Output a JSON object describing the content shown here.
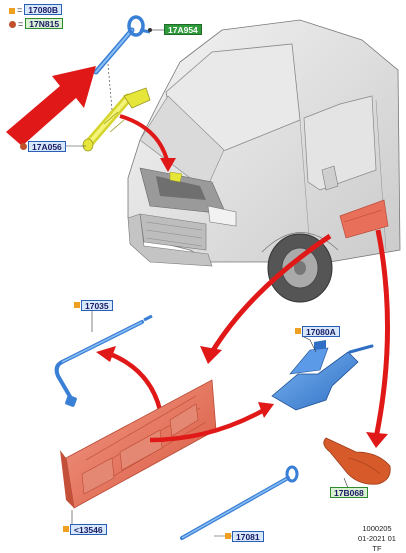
{
  "legend": {
    "square_symbol": "=",
    "square_ref": "17080B",
    "circle_symbol": "=",
    "circle_ref": "17N815",
    "square_color": "#f0a020",
    "circle_color": "#c0502a"
  },
  "parts": [
    {
      "id": "part-17a954",
      "label": "17A954",
      "style": "dark"
    },
    {
      "id": "part-17a056",
      "label": "17A056",
      "style": "blue"
    },
    {
      "id": "part-17035",
      "label": "17035",
      "style": "blue"
    },
    {
      "id": "part-17080a",
      "label": "17080A",
      "style": "blue"
    },
    {
      "id": "part-13546",
      "label": "<13546",
      "style": "blue"
    },
    {
      "id": "part-17081",
      "label": "17081",
      "style": "blue"
    },
    {
      "id": "part-17b068",
      "label": "17B068",
      "style": "green"
    }
  ],
  "footer": {
    "code": "1000205",
    "date": "01-2021 01",
    "tag": "TF"
  },
  "colors": {
    "arrow": "#e01818",
    "tool_blue": "#4a8fe0",
    "tow_yellow": "#e6e63a",
    "tray_red": "#e8705a",
    "bag_red": "#d65a2a",
    "van_grey": "#d8d8d8"
  }
}
